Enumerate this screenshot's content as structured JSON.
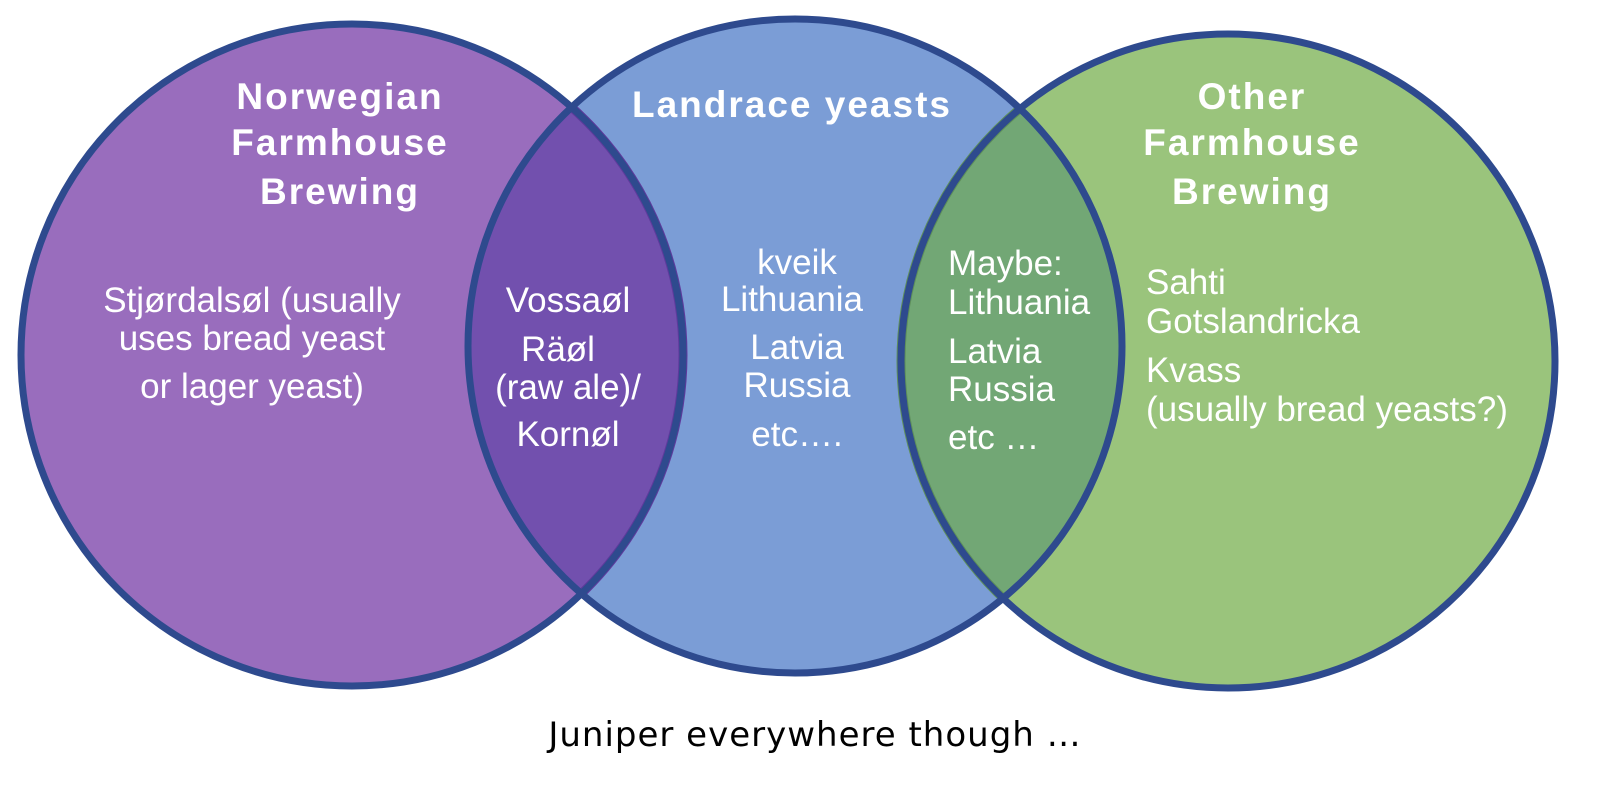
{
  "colors": {
    "outline": "#2e4a8e",
    "norwegian_fill": "#996dbd",
    "landrace_fill": "#7b9dd6",
    "other_fill": "#9ac47c",
    "overlap_left_fill": "#7250ae",
    "overlap_right_fill": "#72a775",
    "overlap_left_edge": "#5f3a9c",
    "overlap_right_edge": "#5e8f5a",
    "text": "#ffffff",
    "caption_text": "#000000"
  },
  "circles": {
    "norwegian": {
      "title_lines": [
        "Norwegian",
        "Farmhouse",
        "Brewing"
      ],
      "items": [
        "Stjørdalsøl (usually",
        "uses bread yeast",
        "or lager yeast)"
      ]
    },
    "landrace": {
      "title_lines": [
        "Landrace yeasts"
      ],
      "items": [
        "kveik",
        "Lithuania",
        "Latvia",
        "Russia",
        "etc…."
      ]
    },
    "other": {
      "title_lines": [
        "Other",
        "Farmhouse",
        "Brewing"
      ],
      "items": [
        "Sahti",
        "Gotslandricka",
        "Kvass",
        "(usually bread yeasts?)"
      ]
    }
  },
  "overlaps": {
    "norwegian_landrace": {
      "items": [
        "Vossaøl",
        "Räøl",
        "(raw ale)/",
        "Kornøl"
      ]
    },
    "landrace_other": {
      "items": [
        "Maybe:",
        "Lithuania",
        "Latvia",
        "Russia",
        "etc …"
      ]
    }
  },
  "caption": "Juniper everywhere though …"
}
